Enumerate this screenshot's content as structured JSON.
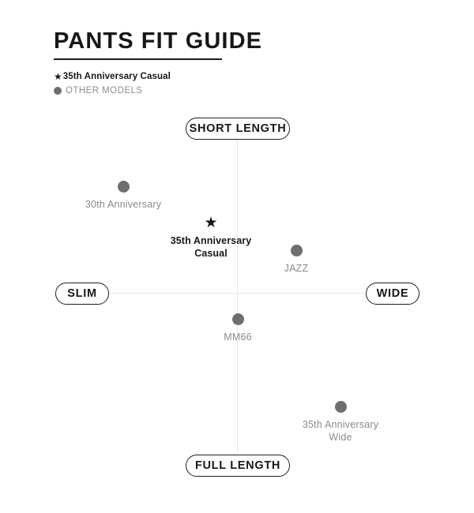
{
  "header": {
    "title": "PANTS FIT GUIDE"
  },
  "legend": {
    "items": [
      {
        "marker": "star",
        "label": "35th Anniversary Casual",
        "color": "#17171a"
      },
      {
        "marker": "dot",
        "label": "OTHER MODELS",
        "color": "#8e8e8e"
      }
    ]
  },
  "axes": {
    "top_label": "SHORT LENGTH",
    "bottom_label": "FULL LENGTH",
    "left_label": "SLIM",
    "right_label": "WIDE"
  },
  "chart_data": {
    "type": "scatter",
    "title": "PANTS FIT GUIDE",
    "xlabel": "",
    "ylabel": "",
    "xlim": [
      -1,
      1
    ],
    "ylim": [
      -1,
      1
    ],
    "grid": false,
    "legend_position": "top-left",
    "axis_labels": {
      "x_min": "SLIM",
      "x_max": "WIDE",
      "y_min": "FULL LENGTH",
      "y_max": "SHORT LENGTH"
    },
    "colors": {
      "marker_other": "#6e6e6e",
      "marker_primary": "#17171a",
      "label_other": "#8a8a8a",
      "label_primary": "#17171a",
      "axis_line": "#e6e6e8"
    },
    "series": [
      {
        "name": "35th Anniversary Casual",
        "marker": "star",
        "points": [
          {
            "label": "35th Anniversary\nCasual",
            "x": -0.17,
            "y": 0.45,
            "px": 267,
            "py": 283
          }
        ]
      },
      {
        "name": "OTHER MODELS",
        "marker": "dot",
        "points": [
          {
            "label": "30th Anniversary",
            "x": -0.74,
            "y": 0.69,
            "px": 156,
            "py": 237
          },
          {
            "label": "JAZZ",
            "x": 0.38,
            "y": 0.27,
            "px": 375,
            "py": 318
          },
          {
            "label": "MM66",
            "x": -0.01,
            "y": -0.17,
            "px": 301,
            "py": 405
          },
          {
            "label": "35th Anniversary\nWide",
            "x": 0.67,
            "y": -0.73,
            "px": 431,
            "py": 516
          }
        ]
      }
    ]
  }
}
